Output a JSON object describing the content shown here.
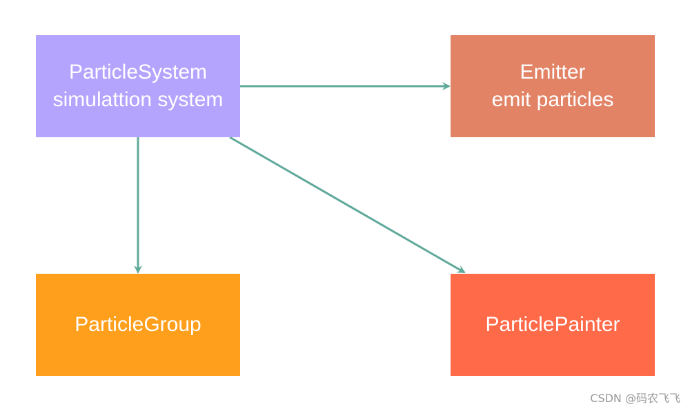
{
  "colors": {
    "arrow": "#5fa99a",
    "particle_system": "#b5a4fd",
    "emitter": "#e28366",
    "particle_group": "#ff9f1c",
    "particle_painter": "#ff6a49"
  },
  "nodes": {
    "particle_system": {
      "line1": "ParticleSystem",
      "line2": "simulattion system"
    },
    "emitter": {
      "line1": "Emitter",
      "line2": "emit particles"
    },
    "particle_group": {
      "line1": "ParticleGroup"
    },
    "particle_painter": {
      "line1": "ParticlePainter"
    }
  },
  "edges": [
    {
      "from": "particle_system",
      "to": "emitter"
    },
    {
      "from": "particle_system",
      "to": "particle_group"
    },
    {
      "from": "particle_system",
      "to": "particle_painter"
    }
  ],
  "watermark": "CSDN @码农飞飞"
}
